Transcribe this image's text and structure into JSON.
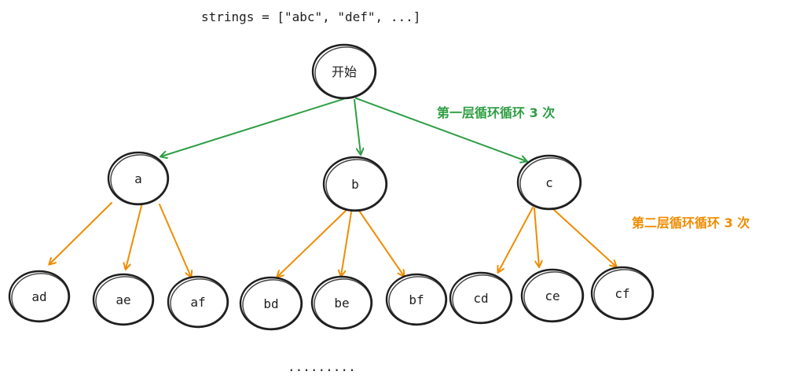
{
  "code_text": "strings = [\"abc\", \"def\", ...]",
  "root_label": "开始",
  "annotations": {
    "level1": "第一层循环循环 3 次",
    "level2": "第二层循环循环 3 次"
  },
  "level1_nodes": [
    "a",
    "b",
    "c"
  ],
  "level2_nodes": [
    "ad",
    "ae",
    "af",
    "bd",
    "be",
    "bf",
    "cd",
    "ce",
    "cf"
  ],
  "ellipsis": ".........",
  "colors": {
    "level1_edges": "#2f9e44",
    "level2_edges": "#f08c00",
    "node_stroke": "#1e1e1e"
  }
}
